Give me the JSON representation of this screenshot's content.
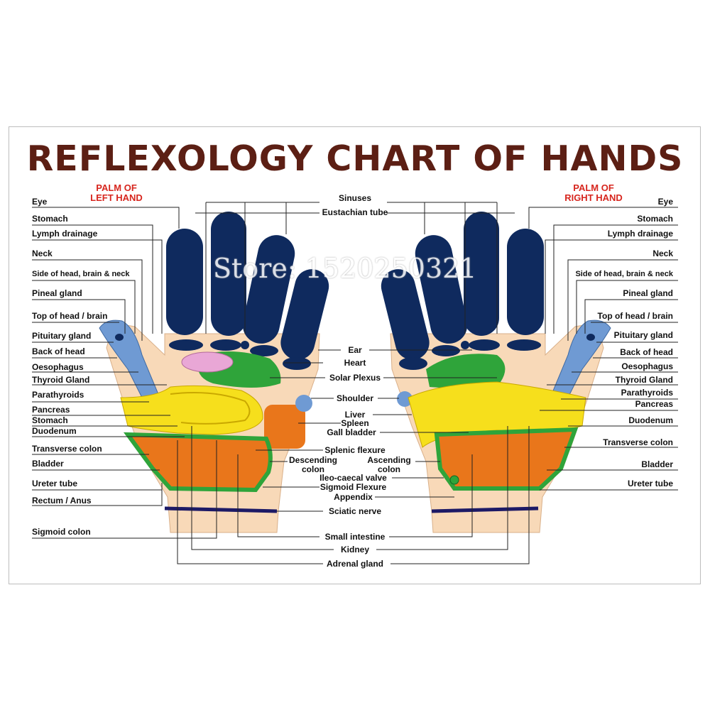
{
  "title": "REFLEXOLOGY CHART OF HANDS",
  "watermark": "Store: 1520250321",
  "left_hand": {
    "heading_1": "PALM OF",
    "heading_2": "LEFT HAND",
    "labels": [
      "Eye",
      "Stomach",
      "Lymph drainage",
      "Neck",
      "Side of head, brain & neck",
      "Pineal gland",
      "Top of head / brain",
      "Pituitary gland",
      "Back of head",
      "Oesophagus",
      "Thyroid Gland",
      "Parathyroids",
      "Pancreas",
      "Stomach",
      "Duodenum",
      "Transverse colon",
      "Bladder",
      "Ureter tube",
      "Rectum / Anus",
      "Sigmoid colon"
    ]
  },
  "right_hand": {
    "heading_1": "PALM OF",
    "heading_2": "RIGHT HAND",
    "labels": [
      "Eye",
      "Stomach",
      "Lymph drainage",
      "Neck",
      "Side of head, brain & neck",
      "Pineal gland",
      "Top of head / brain",
      "Pituitary gland",
      "Back of head",
      "Oesophagus",
      "Thyroid Gland",
      "Parathyroids",
      "Pancreas",
      "Duodenum",
      "Transverse colon",
      "Bladder",
      "Ureter tube"
    ]
  },
  "center": {
    "sinuses": "Sinuses",
    "eustachian_tube": "Eustachian tube",
    "ear": "Ear",
    "heart": "Heart",
    "solar_plexus": "Solar Plexus",
    "shoulder": "Shoulder",
    "liver": "Liver",
    "spleen": "Spleen",
    "gall_bladder": "Gall bladder",
    "splenic_flexure": "Splenic flexure",
    "descending_colon": "Descending colon",
    "ascending_colon": "Ascending colon",
    "ileo_caecal_valve": "Ileo-caecal valve",
    "sigmoid_flexure": "Sigmoid Flexure",
    "appendix": "Appendix",
    "sciatic_nerve": "Sciatic nerve",
    "small_intestine": "Small intestine",
    "kidney": "Kidney",
    "adrenal_gland": "Adrenal gland"
  },
  "colors": {
    "title": "#5c1f14",
    "heading": "#d7261e",
    "skin": "#f8d9b8",
    "fingers": "#0f2a5e",
    "thumb": "#6f9ad3",
    "yellow": "#f6df1c",
    "green": "#2fa43a",
    "orange": "#e9761b",
    "pink": "#e9a7d6"
  }
}
